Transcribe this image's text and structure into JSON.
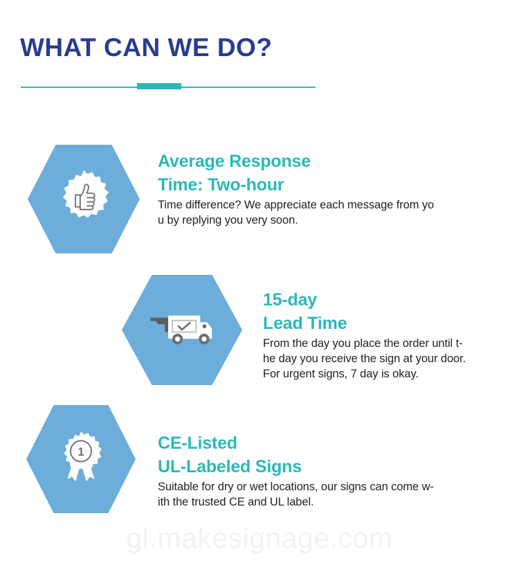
{
  "header": {
    "title": "WHAT CAN WE DO?",
    "title_color": "#2A3B91",
    "rule_color": "#30B7B7",
    "accent_color": "#2BB5B5"
  },
  "theme": {
    "hexagon_blue": "#6CADDA",
    "heading_teal": "#2BB8B8",
    "body_text": "#231F20",
    "background": "#FFFFFF",
    "watermark_color": "#F2F2F2"
  },
  "features": [
    {
      "icon": "thumbs-up-badge-icon",
      "heading_line1": "Average Response",
      "heading_line2": "Time: Two-hour",
      "body_line1": "Time difference? We appreciate each message from yo",
      "body_line2": "u by replying you very soon."
    },
    {
      "icon": "delivery-truck-icon",
      "heading_line1": "15-day",
      "heading_line2": "Lead Time",
      "body_line1": "From the day you place the order until t-",
      "body_line2": "he day you receive the sign at your door.",
      "body_line3": "For urgent signs, 7 day is okay."
    },
    {
      "icon": "award-ribbon-icon",
      "heading_line1": "CE-Listed",
      "heading_line2": "UL-Labeled Signs",
      "body_line1": "Suitable for dry or wet locations, our signs can come w-",
      "body_line2": "ith the trusted CE and UL label."
    }
  ],
  "watermark": {
    "text": "gl.makesignage.com"
  }
}
